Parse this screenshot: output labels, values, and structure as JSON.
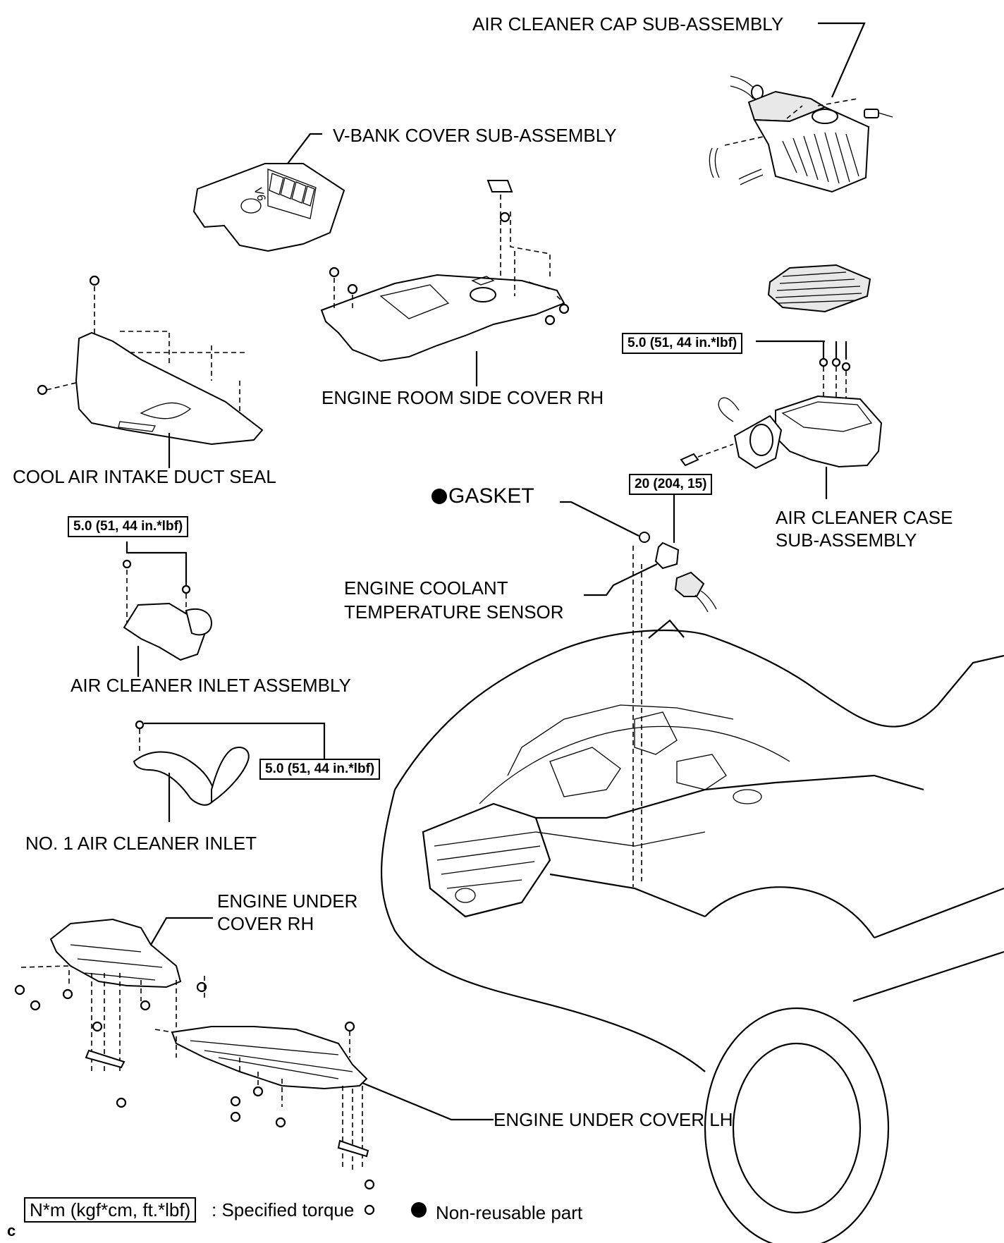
{
  "labels": {
    "air_cleaner_cap": "AIR CLEANER CAP SUB-ASSEMBLY",
    "v_bank_cover": "V-BANK COVER SUB-ASSEMBLY",
    "engine_room_side_cover": "ENGINE ROOM SIDE COVER RH",
    "cool_air_intake_duct_seal": "COOL AIR INTAKE DUCT SEAL",
    "gasket": "GASKET",
    "air_cleaner_case": "AIR CLEANER CASE SUB-ASSEMBLY",
    "air_cleaner_case_line1": "AIR CLEANER CASE",
    "air_cleaner_case_line2": "SUB-ASSEMBLY",
    "engine_coolant_sensor_line1": "ENGINE COOLANT",
    "engine_coolant_sensor_line2": "TEMPERATURE SENSOR",
    "air_cleaner_inlet_assembly": "AIR CLEANER INLET ASSEMBLY",
    "no1_air_cleaner_inlet": "NO. 1 AIR CLEANER INLET",
    "engine_under_cover_rh_line1": "ENGINE UNDER",
    "engine_under_cover_rh_line2": "COVER RH",
    "engine_under_cover_lh": "ENGINE UNDER COVER LH",
    "v6_badge": "V6"
  },
  "torques": {
    "air_cleaner_case": "5.0 (51, 44 in.*lbf)",
    "coolant_sensor": "20 (204, 15)",
    "air_cleaner_inlet_assembly": "5.0 (51, 44 in.*lbf)",
    "no1_air_cleaner_inlet": "5.0 (51, 44 in.*lbf)"
  },
  "legend": {
    "torque_unit": "N*m (kgf*cm, ft.*lbf)",
    "torque_desc": ": Specified torque",
    "non_reusable": "Non-reusable part"
  },
  "corner_mark": "c"
}
